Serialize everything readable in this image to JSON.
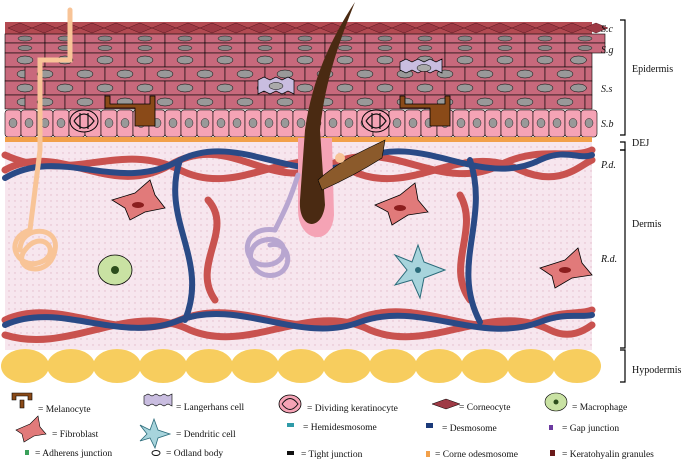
{
  "layers": {
    "stratum_corneum": "S.c",
    "stratum_granulosum": "S.g",
    "stratum_spinosum": "S.s",
    "stratum_basale": "S.b",
    "papillary_dermis": "P.d.",
    "reticular_dermis": "R.d."
  },
  "regions": {
    "epidermis": "Epidermis",
    "dej": "DEJ",
    "dermis": "Dermis",
    "hypodermis": "Hypodermis"
  },
  "legend": {
    "melanocyte": "= Melanocyte",
    "langerhans": "= Langerhans cell",
    "dividing": "= Dividing keratinocyte",
    "corneocyte": "= Corneocyte",
    "macrophage": "= Macrophage",
    "fibroblast": "= Fibroblast",
    "dendritic": "= Dendritic cell",
    "hemidesmosome": "= Hemidesmosome",
    "desmosome": "= Desmosome",
    "gap_junction": "= Gap junction",
    "adherens": "= Adherens junction",
    "odland": "= Odland body",
    "tight_junction": "= Tight junction",
    "corneodesmosome": "= Corne odesmosome",
    "keratohyalin": "= Keratohyalin granules"
  },
  "colors": {
    "corneocyte": "#9e3a45",
    "keratinocyte": "#c8697c",
    "basal": "#f5a3b5",
    "dermis": "#f7e6ee",
    "dej": "#f2a04a",
    "collagen": "#c9524f",
    "vessel": "#2a4a86",
    "fat": "#f7cd5e",
    "hair": "#4a2a12",
    "nerve": "#f8c497",
    "lymph": "#b8a6d0"
  }
}
